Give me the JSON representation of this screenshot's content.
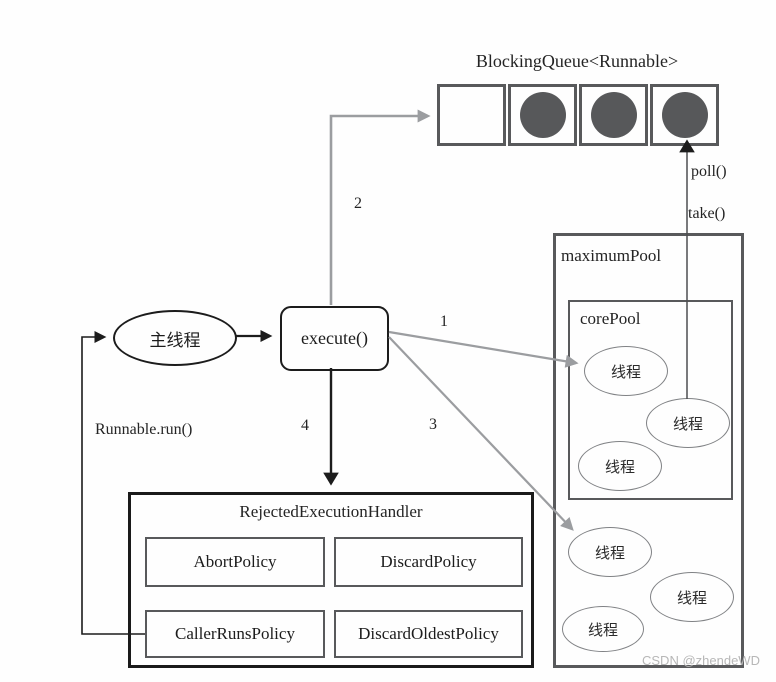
{
  "diagram": {
    "queue": {
      "title": "BlockingQueue<Runnable>",
      "slots": [
        "empty",
        "filled",
        "filled",
        "filled"
      ]
    },
    "labels": {
      "poll": "poll()",
      "take": "take()",
      "step1": "1",
      "step2": "2",
      "step3": "3",
      "step4": "4",
      "runnable_run": "Runnable.run()"
    },
    "main_thread": "主线程",
    "execute": "execute()",
    "maximum_pool_label": "maximumPool",
    "core_pool_label": "corePool",
    "threads": [
      "线程",
      "线程",
      "线程",
      "线程",
      "线程",
      "线程"
    ],
    "handler": {
      "title": "RejectedExecutionHandler",
      "policies": [
        "AbortPolicy",
        "DiscardPolicy",
        "CallerRunsPolicy",
        "DiscardOldestPolicy"
      ]
    },
    "watermark": "CSDN @zhendeWD",
    "colors": {
      "box_gray": "#58595b",
      "ellipse_gray": "#808285",
      "arrow_gray": "#9b9da0",
      "line_black": "#1c1c1c",
      "task_fill": "#57585a",
      "watermark_gray": "#b7b7b7"
    }
  }
}
